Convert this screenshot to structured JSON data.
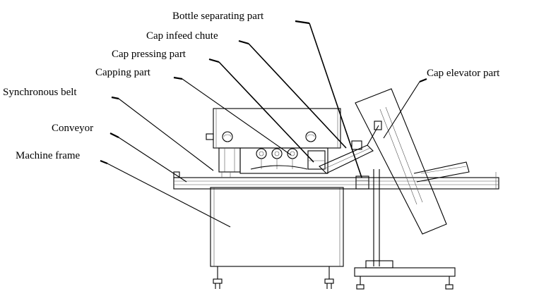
{
  "labels": {
    "bottle_separating": "Bottle separating part",
    "cap_infeed_chute": "Cap infeed chute",
    "cap_pressing": "Cap pressing part",
    "capping": "Capping part",
    "synchronous_belt": "Synchronous belt",
    "conveyor": "Conveyor",
    "machine_frame": "Machine frame",
    "cap_elevator": "Cap elevator part"
  }
}
